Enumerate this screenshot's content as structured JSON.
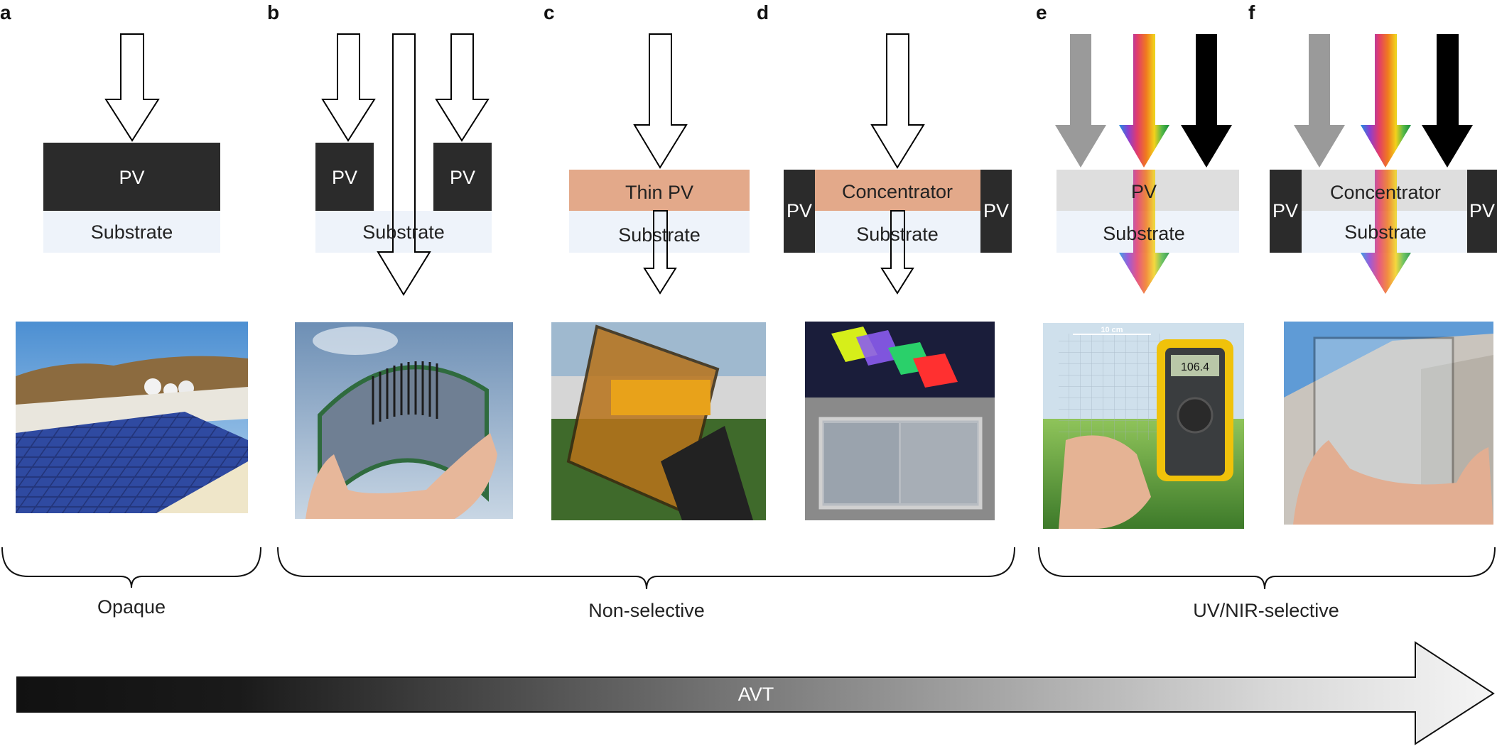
{
  "panels": {
    "a": {
      "letter": "a",
      "pv": "PV",
      "substrate": "Substrate"
    },
    "b": {
      "letter": "b",
      "pv_left": "PV",
      "pv_right": "PV",
      "substrate": "Substrate"
    },
    "c": {
      "letter": "c",
      "thin_pv": "Thin PV",
      "substrate": "Substrate"
    },
    "d": {
      "letter": "d",
      "pv_left": "PV",
      "concentrator": "Concentrator",
      "pv_right": "PV",
      "substrate": "Substrate"
    },
    "e": {
      "letter": "e",
      "pv": "PV",
      "substrate": "Substrate"
    },
    "f": {
      "letter": "f",
      "pv_left": "PV",
      "concentrator": "Concentrator",
      "pv_right": "PV",
      "substrate": "Substrate"
    }
  },
  "photo_e_scale": "10 cm",
  "photo_e_meter": "106.4",
  "groups": {
    "opaque": "Opaque",
    "non_selective": "Non-selective",
    "uv_nir_selective": "UV/NIR-selective"
  },
  "avt_label": "AVT",
  "colors": {
    "pv_dark": "#2b2b2b",
    "substrate": "#eef3fa",
    "thin_pv": "#e3a98a",
    "concentrator": "#e3a98a",
    "selective_layer": "#dedede",
    "grey_arrow": "#9a9a9a",
    "black_arrow": "#000000"
  }
}
